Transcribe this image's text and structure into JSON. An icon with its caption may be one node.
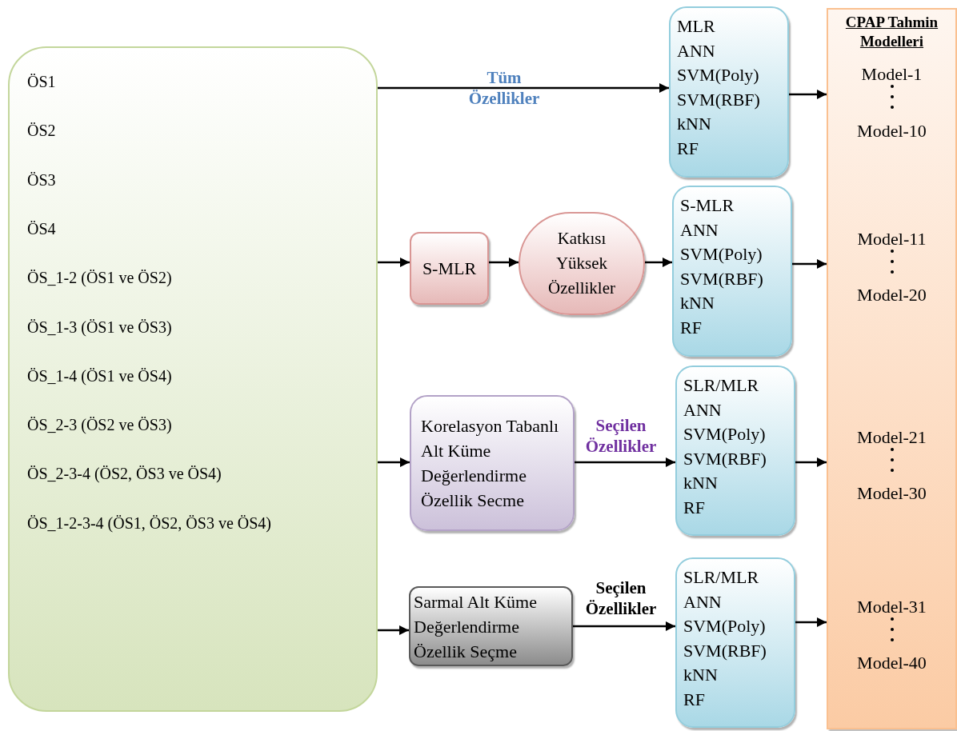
{
  "diagram": {
    "nodes": [
      {
        "text": [
          "ÖS1",
          "ÖS2",
          "ÖS3",
          "ÖS4",
          "ÖS_1-2 (ÖS1 ve ÖS2)",
          "ÖS_1-3 (ÖS1 ve ÖS3)",
          "ÖS_1-4 (ÖS1 ve ÖS4)",
          "ÖS_2-3 (ÖS2 ve ÖS3)",
          "ÖS_2-3-4 (ÖS2, ÖS3 ve ÖS4)",
          "ÖS_1-2-3-4 (ÖS1, ÖS2, ÖS3 ve ÖS4)"
        ]
      },
      {
        "text": [
          "S-MLR"
        ]
      },
      {
        "text": [
          "Katkısı Yüksek Özellikler"
        ]
      },
      {
        "text": [
          "Korelasyon Tabanlı Alt Küme Değerlendirme Özellik Secme"
        ]
      },
      {
        "text": [
          "Sarmal Alt Küme Değerlendirme Özellik Seçme"
        ]
      },
      {
        "text": [
          "MLR",
          "ANN",
          "SVM(Poly)",
          "SVM(RBF)",
          "kNN",
          "RF"
        ]
      },
      {
        "text": [
          "S-MLR",
          "ANN",
          "SVM(Poly)",
          "SVM(RBF)",
          "kNN",
          "RF"
        ]
      },
      {
        "text": [
          "SLR/MLR",
          "ANN",
          "SVM(Poly)",
          "SVM(RBF)",
          "kNN",
          "RF"
        ]
      },
      {
        "text": [
          "SLR/MLR",
          "ANN",
          "SVM(Poly)",
          "SVM(RBF)",
          "kNN",
          "RF"
        ]
      },
      {
        "text": [
          "CPAP Tahmin Modelleri",
          "Model-1",
          "Model-10",
          "Model-11",
          "Model-20",
          "Model-21",
          "Model-30",
          "Model-31",
          "Model-40"
        ]
      }
    ],
    "edges": [
      {
        "from": 0,
        "to": 5,
        "arrow": "to",
        "label": "Tüm Özellikler"
      },
      {
        "from": 0,
        "to": 1,
        "arrow": "to"
      },
      {
        "from": 1,
        "to": 2,
        "arrow": "to"
      },
      {
        "from": 2,
        "to": 6,
        "arrow": "to"
      },
      {
        "from": 0,
        "to": 3,
        "arrow": "to"
      },
      {
        "from": 3,
        "to": 7,
        "arrow": "to",
        "label": "Seçilen Özellikler"
      },
      {
        "from": 0,
        "to": 4,
        "arrow": "to"
      },
      {
        "from": 4,
        "to": 8,
        "arrow": "to",
        "label": "Seçilen Özellikler"
      },
      {
        "from": 5,
        "to": 9,
        "arrow": "to"
      },
      {
        "from": 6,
        "to": 9,
        "arrow": "to"
      },
      {
        "from": 7,
        "to": 9,
        "arrow": "to"
      },
      {
        "from": 8,
        "to": 9,
        "arrow": "to"
      }
    ]
  }
}
